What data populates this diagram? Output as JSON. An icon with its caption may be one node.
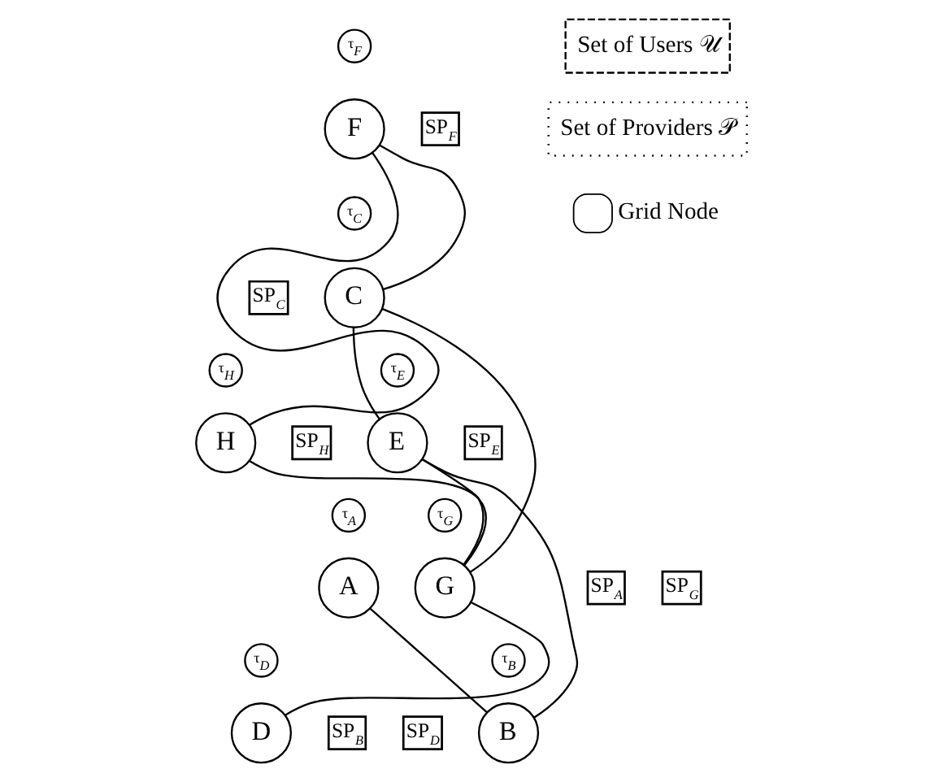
{
  "diagram": {
    "nodes": [
      {
        "text": [
          "τ$_{F}$"
        ]
      },
      {
        "text": [
          "F"
        ]
      },
      {
        "text": [
          "SP$_{F}$"
        ]
      },
      {
        "text": [
          "τ$_{C}$"
        ]
      },
      {
        "text": [
          "C"
        ]
      },
      {
        "text": [
          "SP$_{C}$"
        ]
      },
      {
        "text": [
          "τ$_{E}$"
        ]
      },
      {
        "text": [
          "E"
        ]
      },
      {
        "text": [
          "SP$_{E}$"
        ]
      },
      {
        "text": [
          "τ$_{H}$"
        ]
      },
      {
        "text": [
          "H"
        ]
      },
      {
        "text": [
          "SP$_{H}$"
        ]
      },
      {
        "text": [
          "τ$_{A}$"
        ]
      },
      {
        "text": [
          "A"
        ]
      },
      {
        "text": [
          "SP$_{A}$"
        ]
      },
      {
        "text": [
          "τ$_{G}$"
        ]
      },
      {
        "text": [
          "G"
        ]
      },
      {
        "text": [
          "SP$_{G}$"
        ]
      },
      {
        "text": [
          "τ$_{B}$"
        ]
      },
      {
        "text": [
          "B"
        ]
      },
      {
        "text": [
          "SP$_{B}$"
        ]
      },
      {
        "text": [
          "τ$_{D}$"
        ]
      },
      {
        "text": [
          "D"
        ]
      },
      {
        "text": [
          "SP$_{D}$"
        ]
      }
    ],
    "edges": [
      {
        "from": 13,
        "to": 19,
        "arrow": "none"
      },
      {
        "from": 19,
        "to": 7,
        "arrow": "none"
      },
      {
        "from": 4,
        "to": 1,
        "arrow": "none"
      },
      {
        "from": 4,
        "to": 7,
        "arrow": "none"
      },
      {
        "from": 4,
        "to": 16,
        "arrow": "none"
      },
      {
        "from": 7,
        "to": 16,
        "arrow": "none"
      },
      {
        "from": 1,
        "to": 10,
        "arrow": "none"
      },
      {
        "from": 10,
        "to": 16,
        "arrow": "none"
      },
      {
        "from": 16,
        "to": 22,
        "arrow": "none"
      }
    ],
    "legend": [
      {
        "text": "Set of Users 𝒰"
      },
      {
        "text": "Set of Providers 𝒫"
      },
      {
        "text": "Grid Node"
      }
    ]
  }
}
